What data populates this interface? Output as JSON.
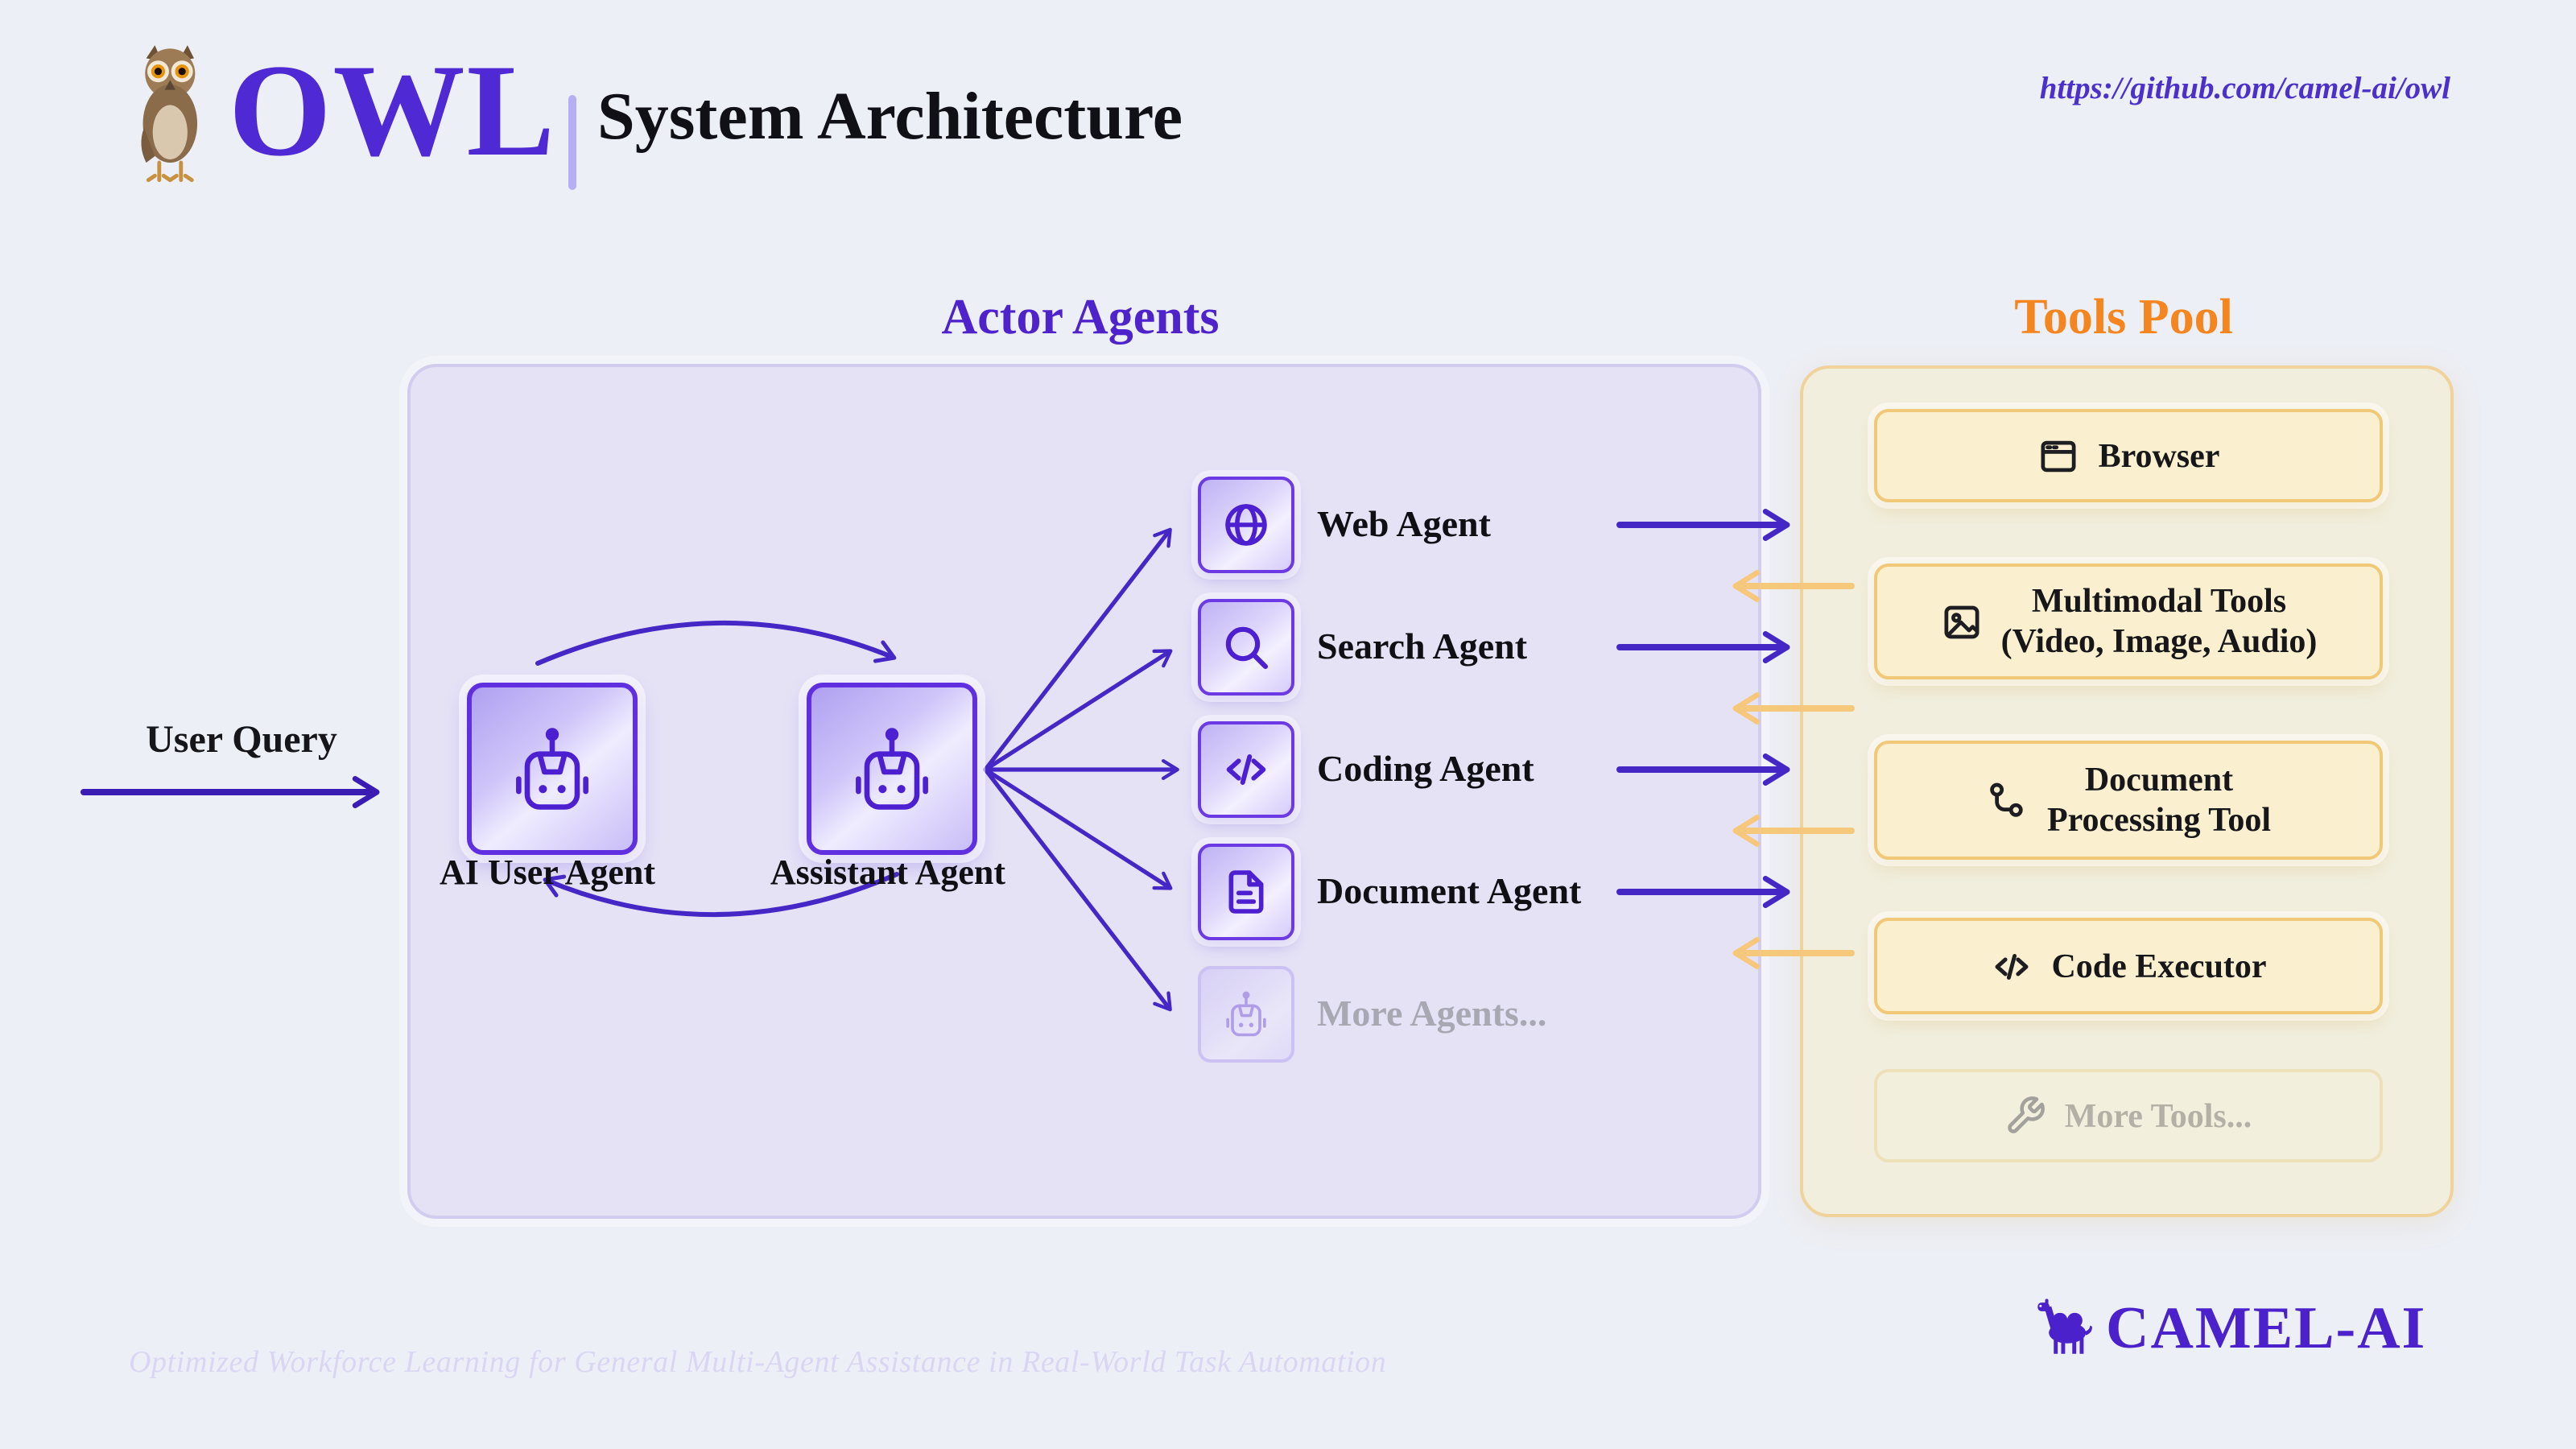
{
  "header": {
    "logo": "OWL",
    "title": "System Architecture",
    "repo_url": "https://github.com/camel-ai/owl",
    "owl_icon": "owl-logo-icon"
  },
  "actors": {
    "heading": "Actor Agents",
    "user_query": "User Query",
    "core": [
      {
        "label": "AI User Agent",
        "icon": "robot-icon"
      },
      {
        "label": "Assistant Agent",
        "icon": "robot-icon"
      }
    ],
    "list": [
      {
        "label": "Web Agent",
        "icon": "globe-icon"
      },
      {
        "label": "Search Agent",
        "icon": "search-icon"
      },
      {
        "label": "Coding Agent",
        "icon": "code-icon"
      },
      {
        "label": "Document Agent",
        "icon": "file-text-icon"
      },
      {
        "label": "More Agents...",
        "icon": "robot-icon",
        "muted": true
      }
    ]
  },
  "tools": {
    "heading": "Tools Pool",
    "list": [
      {
        "line1": "Browser",
        "line2": "",
        "icon": "browser-window-icon"
      },
      {
        "line1": "Multimodal Tools",
        "line2": "(Video, Image, Audio)",
        "icon": "image-icon"
      },
      {
        "line1": "Document",
        "line2": "Processing Tool",
        "icon": "route-icon"
      },
      {
        "line1": "Code Executor",
        "line2": "",
        "icon": "code-icon"
      },
      {
        "line1": "More Tools...",
        "line2": "",
        "icon": "wrench-icon",
        "muted": true
      }
    ]
  },
  "footer": {
    "tagline": "Optimized Workforce Learning for General Multi-Agent Assistance in Real-World Task Automation",
    "brand": "CAMEL-AI",
    "camel_icon": "camel-icon"
  },
  "colors": {
    "accent_purple": "#4f23cc",
    "accent_orange": "#f5861f",
    "arrow_purple": "#4527c6",
    "arrow_orange": "#f6c87c",
    "tools_fill": "#faf0cf",
    "actors_fill": "#e5e2f6"
  }
}
